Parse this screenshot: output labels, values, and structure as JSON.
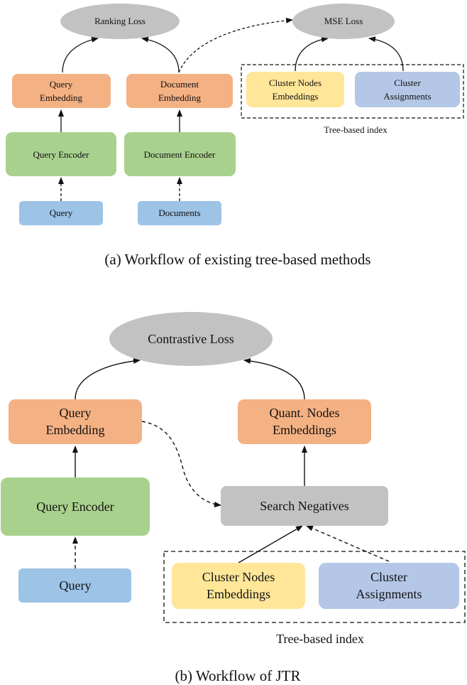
{
  "colors": {
    "loss": "#c2c2c2",
    "embedding": "#f4b183",
    "encoder": "#a9d18e",
    "input": "#9dc3e6",
    "cluster_nodes": "#ffe699",
    "cluster_assign": "#b4c7e7",
    "search": "#c2c2c2",
    "line": "#111111"
  },
  "panel_a": {
    "ranking_loss": "Ranking Loss",
    "mse_loss": "MSE Loss",
    "query_embedding": [
      "Query",
      "Embedding"
    ],
    "document_embedding": [
      "Document",
      "Embedding"
    ],
    "cluster_nodes_embeddings": [
      "Cluster Nodes",
      "Embeddings"
    ],
    "cluster_assignments": [
      "Cluster",
      "Assignments"
    ],
    "tree_index_label": "Tree-based index",
    "query_encoder": "Query Encoder",
    "document_encoder": "Document Encoder",
    "query": "Query",
    "documents": "Documents",
    "caption": "(a)  Workflow of existing tree-based methods"
  },
  "panel_b": {
    "contrastive_loss": "Contrastive Loss",
    "query_embedding": [
      "Query",
      "Embedding"
    ],
    "quant_nodes_embeddings": [
      "Quant. Nodes",
      "Embeddings"
    ],
    "query_encoder": "Query Encoder",
    "search_negatives": "Search Negatives",
    "query": "Query",
    "cluster_nodes_embeddings": [
      "Cluster Nodes",
      "Embeddings"
    ],
    "cluster_assignments": [
      "Cluster",
      "Assignments"
    ],
    "tree_index_label": "Tree-based index",
    "caption": "(b)  Workflow of JTR"
  }
}
